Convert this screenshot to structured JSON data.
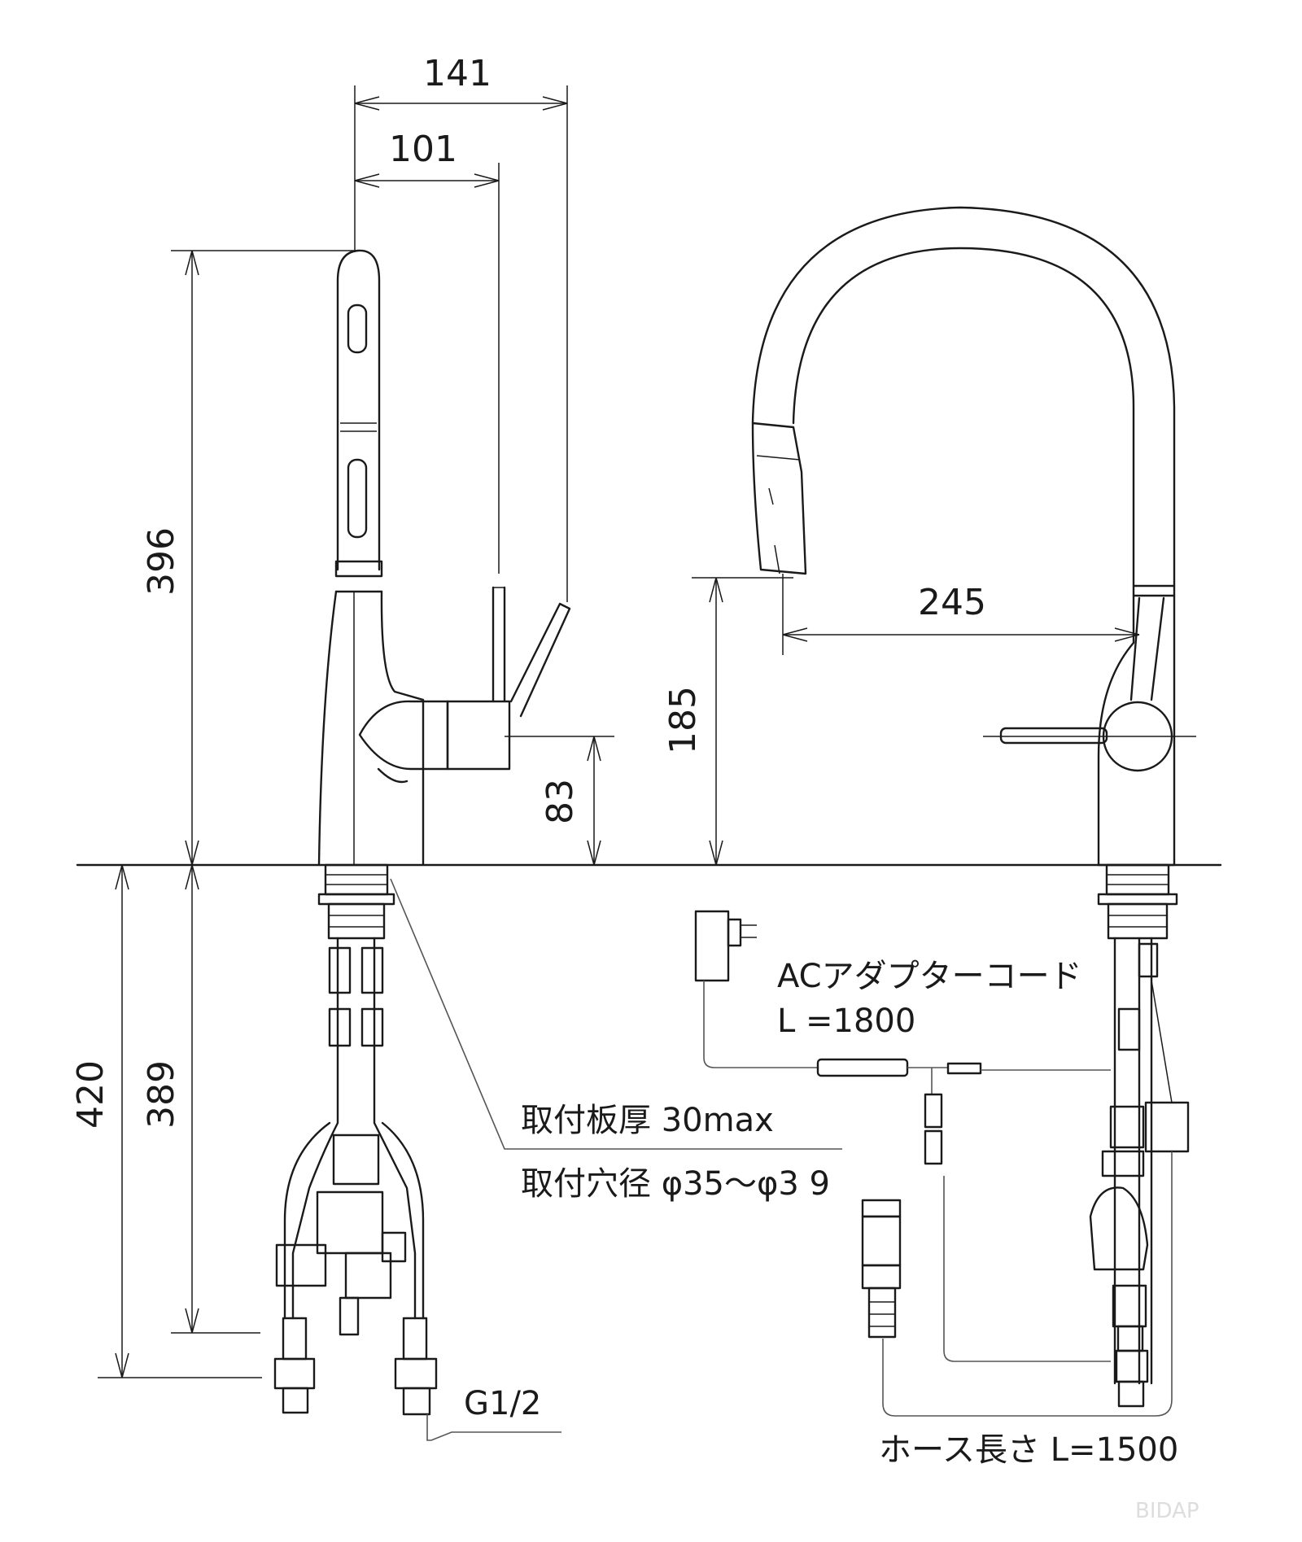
{
  "dimensions": {
    "d141": "141",
    "d101": "101",
    "d396": "396",
    "d83": "83",
    "d185": "185",
    "d245": "245",
    "d420": "420",
    "d389": "389"
  },
  "notes": {
    "plate_thickness": "取付板厚 30max",
    "hole_diameter": "取付穴径 φ35～φ3 9",
    "thread": "G1/2",
    "ac_adapter": "ACアダプターコード",
    "ac_length": "L =1800",
    "hose_length": "ホース長さ L=1500"
  },
  "watermark": "BIDAP"
}
